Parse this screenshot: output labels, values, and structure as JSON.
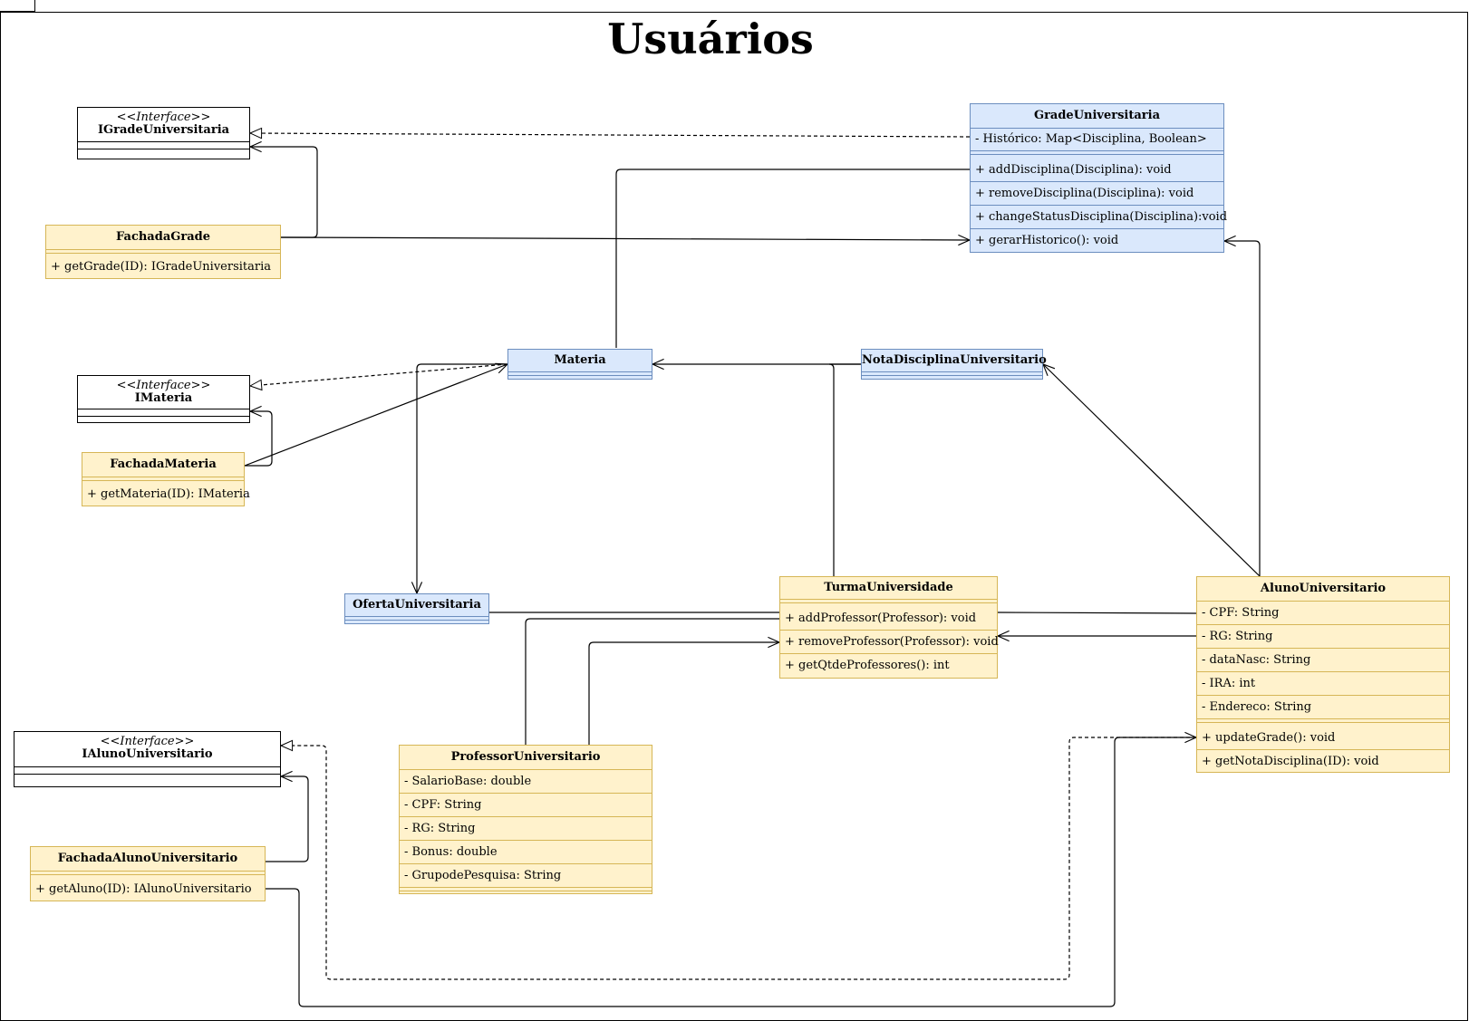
{
  "title": "Usuários",
  "classes": {
    "i_grade": {
      "stereotype": "<<Interface>>",
      "name": "IGradeUniversitaria"
    },
    "fachada_grade": {
      "name": "FachadaGrade",
      "methods": [
        "+ getGrade(ID): IGradeUniversitaria"
      ]
    },
    "grade": {
      "name": "GradeUniversitaria",
      "attributes": [
        "- Histórico: Map<Disciplina, Boolean>"
      ],
      "methods": [
        "+ addDisciplina(Disciplina): void",
        "+ removeDisciplina(Disciplina): void",
        "+ changeStatusDisciplina(Disciplina):void",
        "+ gerarHistorico(): void"
      ]
    },
    "i_materia": {
      "stereotype": "<<Interface>>",
      "name": "IMateria"
    },
    "materia": {
      "name": "Materia"
    },
    "nota": {
      "name": "NotaDisciplinaUniversitario"
    },
    "fachada_materia": {
      "name": "FachadaMateria",
      "methods": [
        "+ getMateria(ID): IMateria"
      ]
    },
    "oferta": {
      "name": "OfertaUniversitaria"
    },
    "turma": {
      "name": "TurmaUniversidade",
      "methods": [
        "+ addProfessor(Professor): void",
        "+ removeProfessor(Professor): void",
        "+ getQtdeProfessores(): int"
      ]
    },
    "aluno": {
      "name": "AlunoUniversitario",
      "attributes": [
        "- CPF: String",
        "- RG: String",
        "- dataNasc: String",
        "- IRA: int",
        "- Endereco: String"
      ],
      "methods": [
        "+ updateGrade(): void",
        "+ getNotaDisciplina(ID): void"
      ]
    },
    "i_aluno": {
      "stereotype": "<<Interface>>",
      "name": "IAlunoUniversitario"
    },
    "fachada_aluno": {
      "name": "FachadaAlunoUniversitario",
      "methods": [
        "+ getAluno(ID): IAlunoUniversitario"
      ]
    },
    "professor": {
      "name": "ProfessorUniversitario",
      "attributes": [
        "- SalarioBase: double",
        "- CPF: String",
        "- RG: String",
        "- Bonus: double",
        "- GrupodePesquisa: String"
      ]
    }
  },
  "colors": {
    "blue_fill": "#dae8fc",
    "blue_stroke": "#6c8ebf",
    "yellow_fill": "#fff2cc",
    "yellow_stroke": "#d6b656"
  }
}
